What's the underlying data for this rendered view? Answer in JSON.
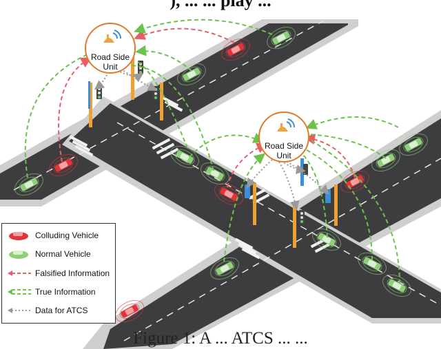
{
  "top_caption": "), ... ... play ...",
  "bottom_caption": "Figure 1: A ... ATCS ... ...",
  "rsu": [
    {
      "line1": "Road Side",
      "line2": "Unit"
    },
    {
      "line1": "Road Side",
      "line2": "Unit"
    }
  ],
  "legend": [
    {
      "label": "Colluding Vehicle",
      "icon": "red-car-icon"
    },
    {
      "label": "Normal Vehicle",
      "icon": "green-car-icon"
    },
    {
      "label": "Falsified Information",
      "icon": "red-dashed-arrow-icon"
    },
    {
      "label": "True Information",
      "icon": "green-dashed-arrow-icon"
    },
    {
      "label": "Data for ATCS",
      "icon": "gray-dotted-arrow-icon"
    }
  ],
  "colors": {
    "road": "#3d3d40",
    "curb": "#c9c9c9",
    "colluding": "#e0343a",
    "normal": "#8fcf7a",
    "falsified": "#e85d6a",
    "true": "#6cc24a",
    "atcs": "#999999",
    "rsu_border": "#e07a2a",
    "rsu_icon": "#f2a23a"
  }
}
